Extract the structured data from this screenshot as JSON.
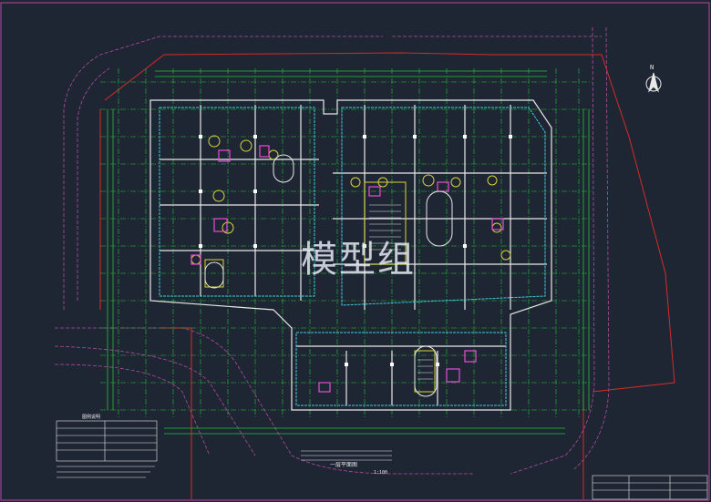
{
  "drawing": {
    "watermark": "模型组",
    "north_label": "N",
    "plan_title": "一层平面图",
    "scale_note": "1:100",
    "legend_title": "图例说明"
  },
  "colors": {
    "background": "#1f2633",
    "grid_axis": "#22c23a",
    "walls": "#e8e8e8",
    "columns": "#ffffff",
    "site_boundary": "#d42a2a",
    "roads": "#b04aa0",
    "fixtures": "#d7d23a",
    "stairs": "#e84cd8",
    "cyan_walls": "#3fc9d8"
  }
}
